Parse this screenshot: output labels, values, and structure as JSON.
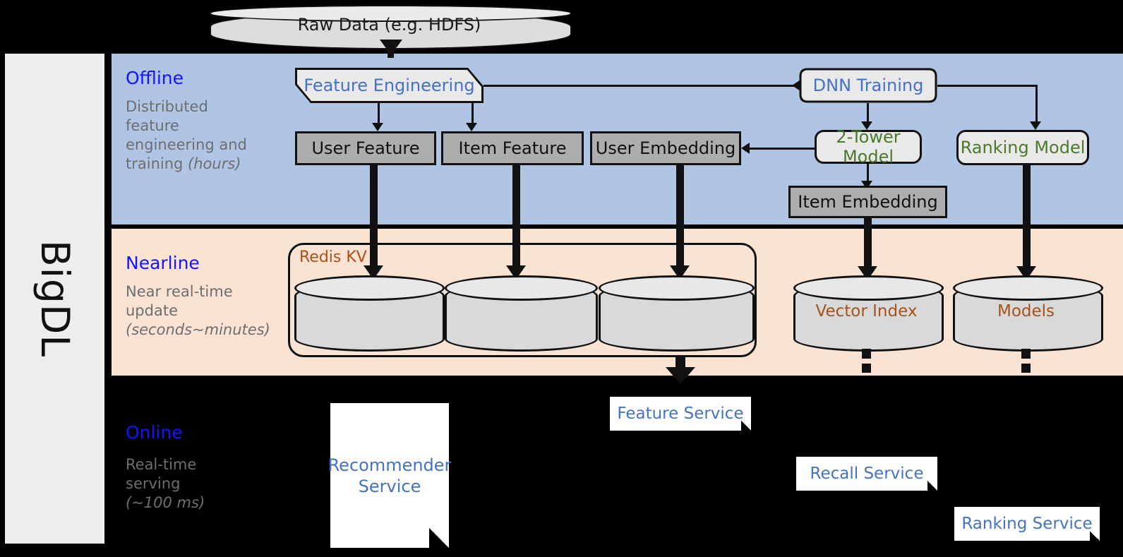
{
  "framework": {
    "name": "BigDL"
  },
  "bands": [
    {
      "id": "offline",
      "title": "Offline",
      "subtitle_line1": "Distributed",
      "subtitle_line2": "feature",
      "subtitle_line3": "engineering and",
      "subtitle_line4_prefix": "training ",
      "subtitle_line4_italic": "(hours)",
      "bg": "#b0c4e4"
    },
    {
      "id": "nearline",
      "title": "Nearline",
      "subtitle_line1": "Near real-time",
      "subtitle_line2": "update",
      "subtitle_line3_italic": "(seconds~minutes)",
      "bg": "#fae3d3"
    },
    {
      "id": "online",
      "title": "Online",
      "subtitle_line1": "Real-time",
      "subtitle_line2": "serving",
      "subtitle_line3_italic": "(~100 ms)",
      "bg": "#000000"
    }
  ],
  "source": {
    "raw_data_label": "Raw Data (e.g. HDFS)"
  },
  "offline_nodes": {
    "feature_engineering": "Feature Engineering",
    "dnn_training": "DNN Training",
    "user_feature": "User Feature",
    "item_feature": "Item Feature",
    "user_embedding": "User Embedding",
    "two_tower_model": "2-Tower Model",
    "ranking_model": "Ranking Model",
    "item_embedding": "Item Embedding"
  },
  "nearline_nodes": {
    "redis_kv": "Redis KV",
    "vector_index": "Vector Index",
    "models": "Models"
  },
  "online_nodes": {
    "recommender_service_line1": "Recommender",
    "recommender_service_line2": "Service",
    "feature_service": "Feature Service",
    "recall_service": "Recall Service",
    "ranking_service": "Ranking Service"
  },
  "colors": {
    "offline_band": "#b0c4e4",
    "nearline_band": "#fae3d3",
    "online_band": "#000000",
    "band_title": "#1414ff",
    "band_subtitle": "#6e6e6e",
    "blue_node_text": "#4472c4",
    "green_node_text": "#4a7a2a",
    "brown_node_text": "#a8521a",
    "gray_node_fill": "#adadad",
    "sidebar_fill": "#ededed"
  }
}
